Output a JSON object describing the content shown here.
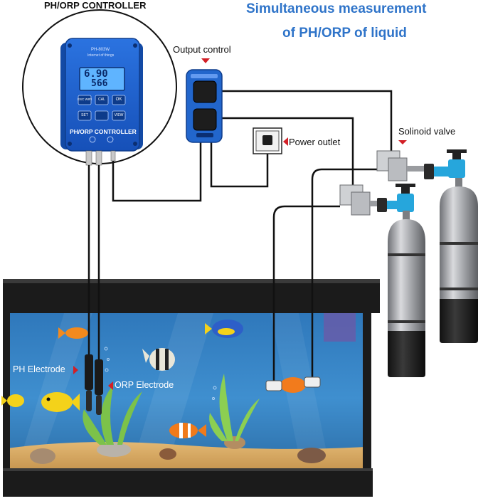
{
  "headline": {
    "line1": "Simultaneous measurement",
    "line2": "of PH/ORP of liquid"
  },
  "controller": {
    "title": "PH/ORP CONTROLLER",
    "model": "PH-803W",
    "subtitle": "Internet of things",
    "reading_ph": "6.90",
    "reading_orp": "566",
    "btn_esc": "ESC WIFI",
    "btn_cal": "CAL",
    "btn_ok": "OK",
    "btn_set": "SET",
    "btn_view": "VIEW",
    "footer": "PH/ORP CONTROLLER"
  },
  "labels": {
    "output_control": "Output control",
    "power_outlet": "Power outlet",
    "solenoid_valve": "Solinoid valve",
    "ph_electrode": "PH Electrode",
    "orp_electrode": "ORP Electrode"
  },
  "colors": {
    "headline": "#2f74c9",
    "device_blue": "#1c5fd0",
    "lcd": "#5fb4ff",
    "water": "#2a6fb0",
    "arrow_red": "#d21f26",
    "cylinder": "#9c9ea3",
    "valve_blue": "#26a6dc"
  }
}
